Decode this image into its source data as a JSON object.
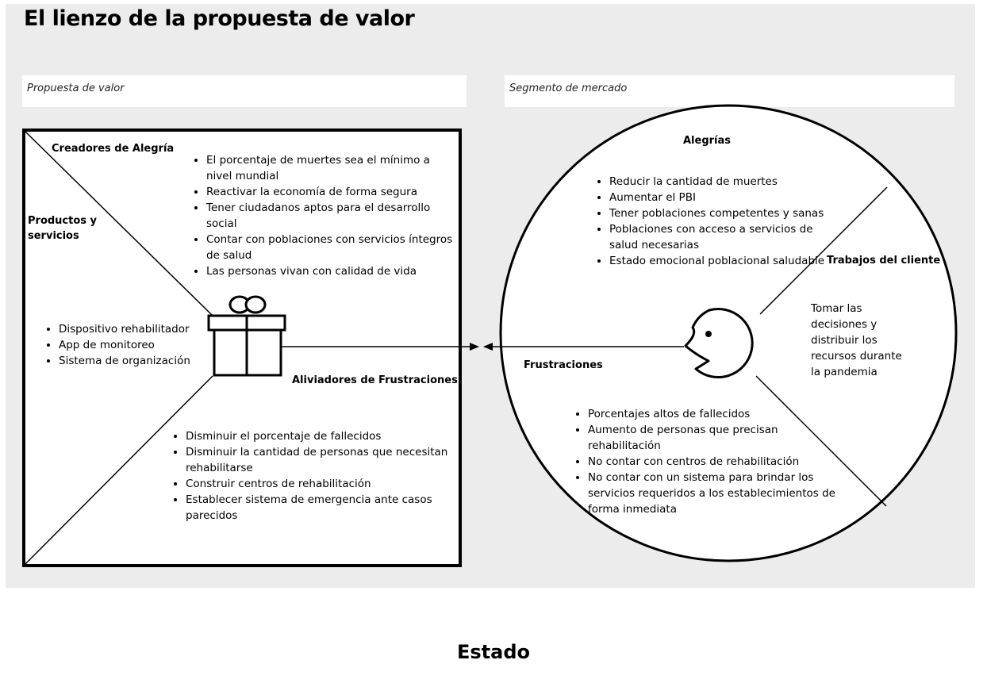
{
  "canvas": {
    "title": "El lienzo de la propuesta de valor",
    "value_prop_label": "Propuesta de valor",
    "segment_label": "Segmento de mercado"
  },
  "value_map": {
    "gain_creators": {
      "heading": "Creadores de Alegría",
      "items": [
        "El porcentaje de muertes sea el mínimo a nivel mundial",
        "Reactivar la economía de forma segura",
        "Tener ciudadanos aptos para el desarrollo social",
        "Contar con poblaciones con servicios íntegros de salud",
        "Las personas vivan con calidad de vida"
      ]
    },
    "products": {
      "heading": "Productos y servicios",
      "items": [
        "Dispositivo rehabilitador",
        "App de monitoreo",
        "Sistema de organización"
      ]
    },
    "pain_relievers": {
      "heading": "Aliviadores de Frustraciones",
      "items": [
        "Disminuir el porcentaje de fallecidos",
        "Disminuir la cantidad de personas que necesitan rehabilitarse",
        "Construir centros de rehabilitación",
        "Establecer sistema de emergencia ante casos parecidos"
      ]
    }
  },
  "customer_profile": {
    "gains": {
      "heading": "Alegrías",
      "items": [
        "Reducir la cantidad de muertes",
        "Aumentar el PBI",
        "Tener poblaciones competentes y sanas",
        "Poblaciones con acceso a servicios de salud necesarias",
        "Estado emocional poblacional saludable"
      ]
    },
    "jobs": {
      "heading": "Trabajos del cliente",
      "text": "Tomar las decisiones y distribuir los recursos durante la pandemia"
    },
    "pains": {
      "heading": "Frustraciones",
      "items": [
        "Porcentajes altos de fallecidos",
        "Aumento de personas que precisan rehabilitación",
        "No contar con centros de rehabilitación",
        "No contar con un sistema para brindar los servicios requeridos a los establecimientos de forma inmediata"
      ]
    }
  },
  "footer": {
    "label": "Estado"
  },
  "icons": {
    "gift": "gift-icon",
    "face": "customer-face-icon",
    "arrows": "double-arrow-icon"
  }
}
